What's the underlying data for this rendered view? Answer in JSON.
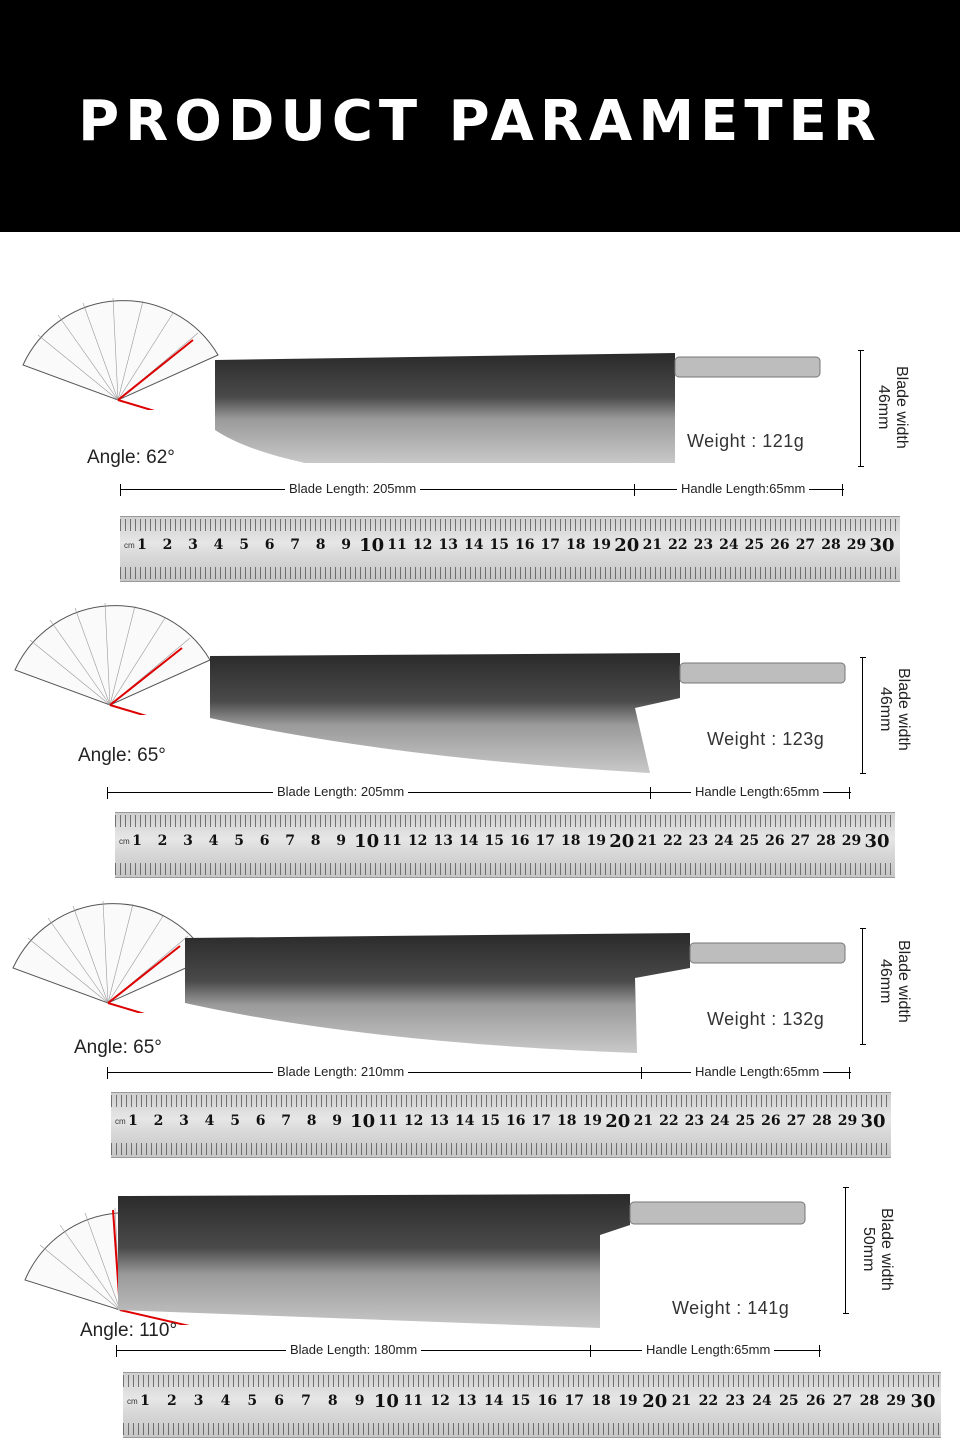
{
  "header": {
    "title": "PRODUCT PARAMETER"
  },
  "ruler": {
    "unit": "cm",
    "numbers": [
      "1",
      "2",
      "3",
      "4",
      "5",
      "6",
      "7",
      "8",
      "9",
      "10",
      "11",
      "12",
      "13",
      "14",
      "15",
      "16",
      "17",
      "18",
      "19",
      "20",
      "21",
      "22",
      "23",
      "24",
      "25",
      "26",
      "27",
      "28",
      "29",
      "30"
    ]
  },
  "products": [
    {
      "angle": "Angle: 62°",
      "weight": "Weight : 121g",
      "blade_width_label": "Blade width",
      "blade_width_value": "46mm",
      "blade_length": "Blade Length: 205mm",
      "handle_length": "Handle Length:65mm"
    },
    {
      "angle": "Angle: 65°",
      "weight": "Weight : 123g",
      "blade_width_label": "Blade width",
      "blade_width_value": "46mm",
      "blade_length": "Blade Length: 205mm",
      "handle_length": "Handle Length:65mm"
    },
    {
      "angle": "Angle: 65°",
      "weight": "Weight : 132g",
      "blade_width_label": "Blade width",
      "blade_width_value": "46mm",
      "blade_length": "Blade Length: 210mm",
      "handle_length": "Handle Length:65mm"
    },
    {
      "angle": "Angle: 110°",
      "weight": "Weight : 141g",
      "blade_width_label": "Blade width",
      "blade_width_value": "50mm",
      "blade_length": "Blade Length: 180mm",
      "handle_length": "Handle Length:65mm"
    }
  ]
}
